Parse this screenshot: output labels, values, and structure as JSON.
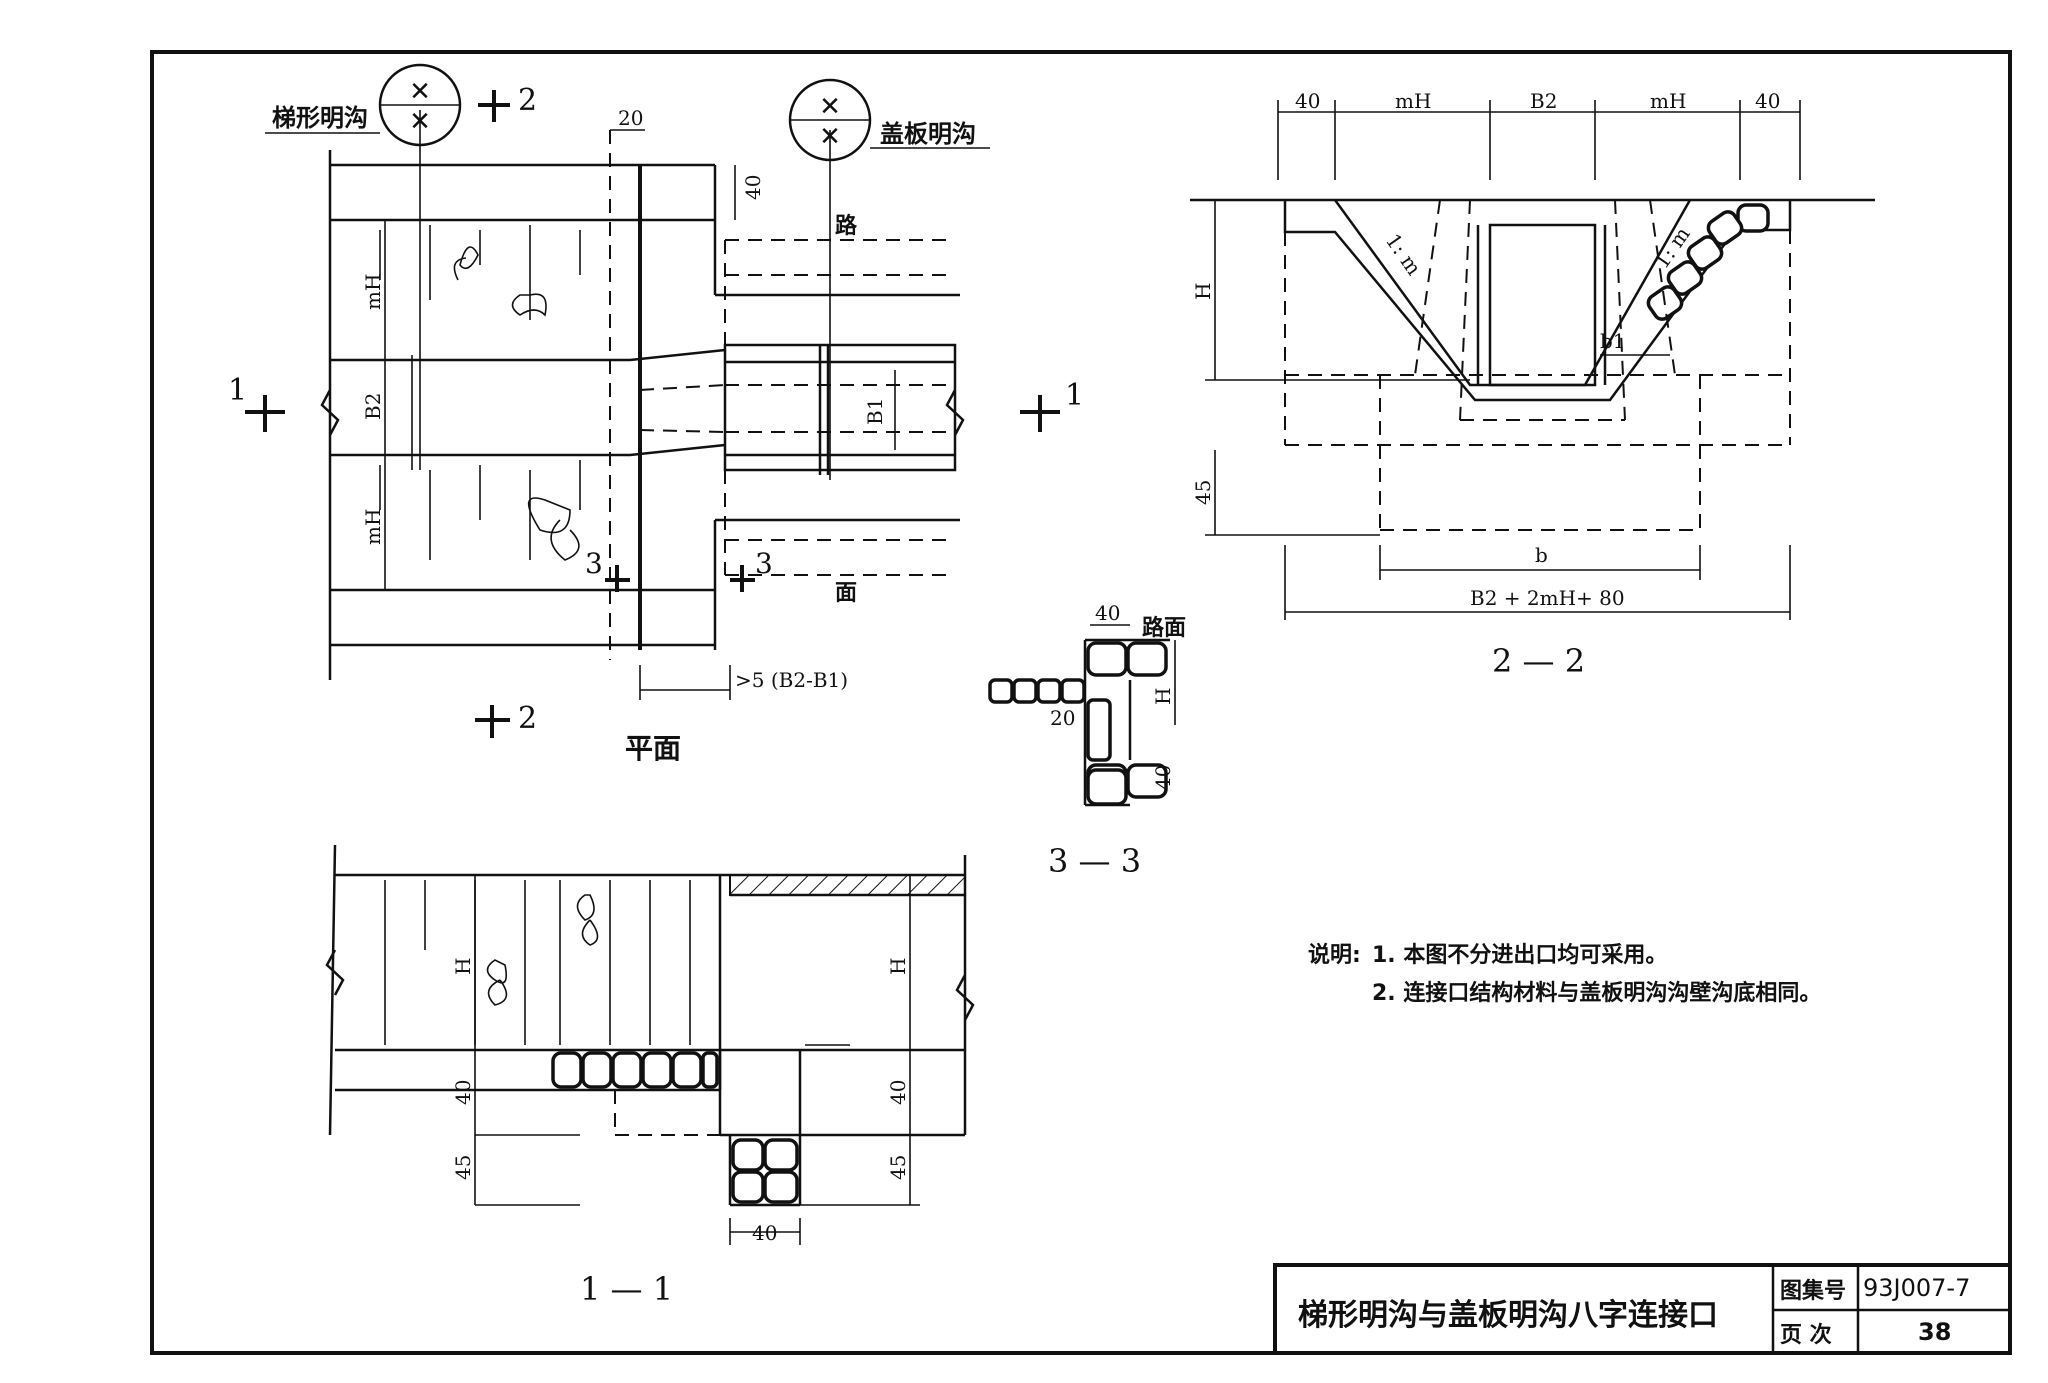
{
  "plan": {
    "label_trap_ditch": "梯形明沟",
    "label_cover_ditch": "盖板明沟",
    "label_road": "路",
    "label_face": "面",
    "caption": "平面",
    "dim_20": "20",
    "dim_40": "40",
    "dim_mH_top": "mH",
    "dim_B2": "B2",
    "dim_mH_bottom": "mH",
    "dim_B1": "B1",
    "dim_taper": ">5 (B2-B1)",
    "mark_1_left": "1",
    "mark_1_right": "1",
    "mark_2_top": "2",
    "mark_2_bottom": "2",
    "mark_3_left": "3",
    "mark_3_right": "3"
  },
  "section_11": {
    "caption": "1 — 1",
    "dim_H_left": "H",
    "dim_H_right": "H",
    "dim_40_left": "40",
    "dim_40_right": "40",
    "dim_45_left": "45",
    "dim_45_right": "45",
    "dim_40_bottom": "40"
  },
  "section_22": {
    "caption": "2 — 2",
    "dim_40_left": "40",
    "dim_mH_left": "mH",
    "dim_B2": "B2",
    "dim_mH_right": "mH",
    "dim_40_right": "40",
    "dim_H": "H",
    "dim_45": "45",
    "dim_b": "b",
    "dim_b1": "b1",
    "dim_total": "B2 + 2mH+ 80",
    "slope_left": "1: m",
    "slope_right": "1: m"
  },
  "section_33": {
    "caption": "3 — 3",
    "label_road_face": "路面",
    "dim_40_top": "40",
    "dim_H": "H",
    "dim_20": "20",
    "dim_40_side": "40"
  },
  "notes": {
    "prefix": "说明:",
    "items": [
      "1.  本图不分进出口均可采用。",
      "2.  连接口结构材料与盖板明沟沟壁沟底相同。"
    ]
  },
  "title_block": {
    "title": "梯形明沟与盖板明沟八字连接口",
    "atlas_label": "图集号",
    "atlas_value": "93J007-7",
    "page_label": "页  次",
    "page_value": "38"
  }
}
